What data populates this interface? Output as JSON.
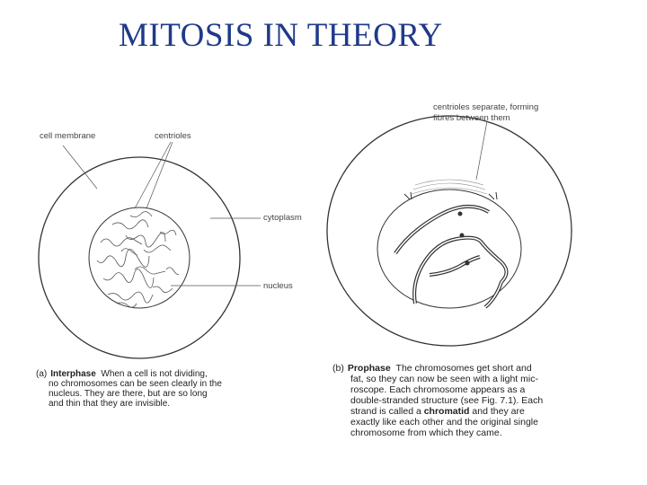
{
  "slide": {
    "title": "MITOSIS IN THEORY"
  },
  "figure_a": {
    "labels": {
      "cell_membrane": "cell membrane",
      "centrioles": "centrioles",
      "cytoplasm": "cytoplasm",
      "nucleus": "nucleus"
    },
    "caption": {
      "tag": "(a)",
      "stage": "Interphase",
      "lines": [
        "When a cell is not dividing,",
        "no chromosomes can be seen clearly in the",
        "nucleus. They are there, but are so long",
        "and thin that they are invisible."
      ]
    }
  },
  "figure_b": {
    "labels": {
      "centrioles_line1": "centrioles separate, forming",
      "centrioles_line2": "fibres between them"
    },
    "caption": {
      "tag": "(b)",
      "stage": "Prophase",
      "line1": "The chromosomes get short and",
      "line2": "fat, so they can now be seen with a light mic-",
      "line3": "roscope. Each chromosome appears as a",
      "line4": "double-stranded structure (see Fig. 7.1). Each",
      "line5_pre": "strand is called a",
      "line5_term": "chromatid",
      "line5_post": "and they are",
      "line6": "exactly like each other and the original single",
      "line7": "chromosome from which they came."
    }
  }
}
